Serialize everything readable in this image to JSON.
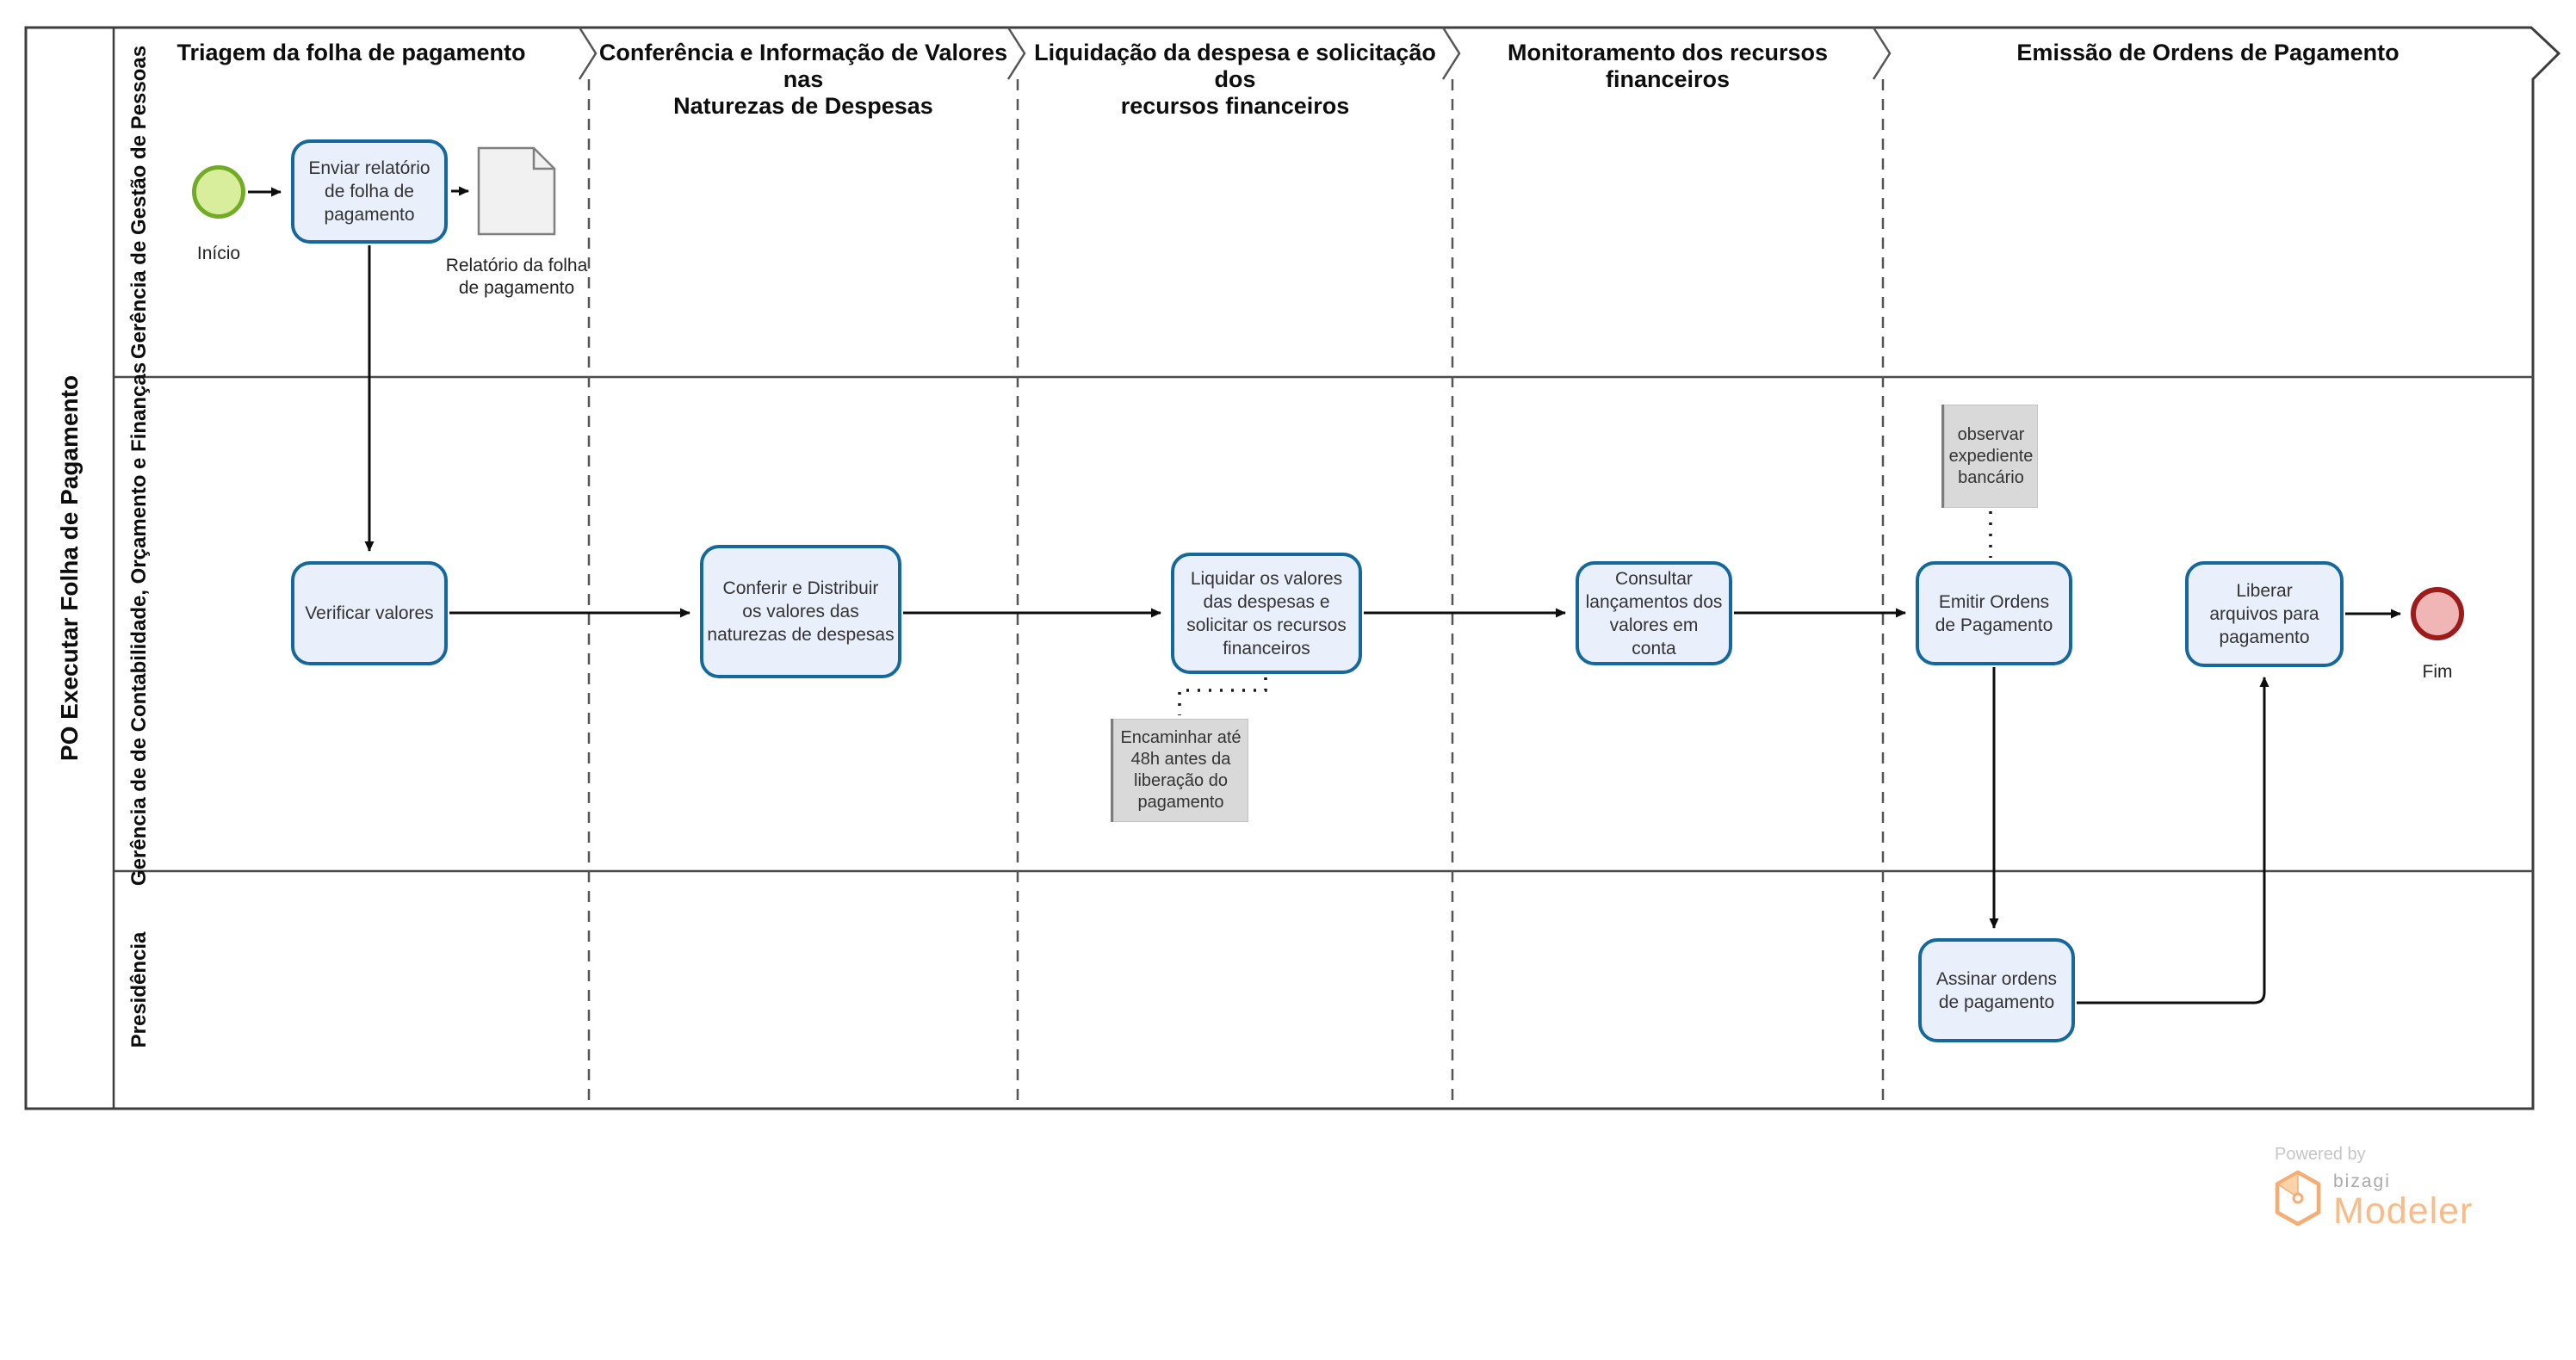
{
  "pool": {
    "title": "PO Executar Folha de Pagamento"
  },
  "lanes": [
    {
      "label": "Gerência de Gestão de Pessoas"
    },
    {
      "label": "Gerência de de Contabilidade, Orçamento e Finanças"
    },
    {
      "label": "Presidência"
    }
  ],
  "phases": [
    {
      "title": "Triagem da folha de pagamento"
    },
    {
      "title": "Conferência e Informação de Valores nas\nNaturezas de Despesas"
    },
    {
      "title": "Liquidação da despesa e solicitação dos\nrecursos financeiros"
    },
    {
      "title": "Monitoramento dos recursos financeiros"
    },
    {
      "title": "Emissão de Ordens de Pagamento"
    }
  ],
  "events": {
    "start": {
      "label": "Início"
    },
    "end": {
      "label": "Fim"
    }
  },
  "tasks": {
    "enviar": {
      "label": "Enviar relatório\nde folha de\npagamento"
    },
    "verificar": {
      "label": "Verificar valores"
    },
    "conferir": {
      "label": "Conferir e Distribuir\nos valores das\nnaturezas de despesas"
    },
    "liquidar": {
      "label": "Liquidar os valores\ndas despesas e\nsolicitar os recursos\nfinanceiros"
    },
    "consultar": {
      "label": "Consultar\nlançamentos dos\nvalores em\nconta"
    },
    "emitir": {
      "label": "Emitir Ordens\nde Pagamento"
    },
    "liberar": {
      "label": "Liberar\narquivos para\npagamento"
    },
    "assinar": {
      "label": "Assinar ordens\nde pagamento"
    }
  },
  "artifacts": {
    "document": {
      "label": "Relatório da folha\nde pagamento"
    },
    "annotation_encaminhar": {
      "text": "Encaminhar até\n48h antes da\nliberação do\npagamento"
    },
    "annotation_observar": {
      "text": "observar\nexpediente\nbancário"
    }
  },
  "footer": {
    "powered_by": "Powered by",
    "brand": "bizagi",
    "product": "Modeler"
  },
  "colors": {
    "task_border": "#15689b",
    "task_fill": "#e9effb",
    "start_stroke": "#72ac27",
    "start_fill": "#d9ee9c",
    "end_stroke": "#9c1c1c",
    "end_fill": "#f0b6b6",
    "annotation_fill": "#d9d9d9",
    "line": "#0d0d0d",
    "frame": "#3d3d3d",
    "logo_orange": "#f8bc88"
  }
}
